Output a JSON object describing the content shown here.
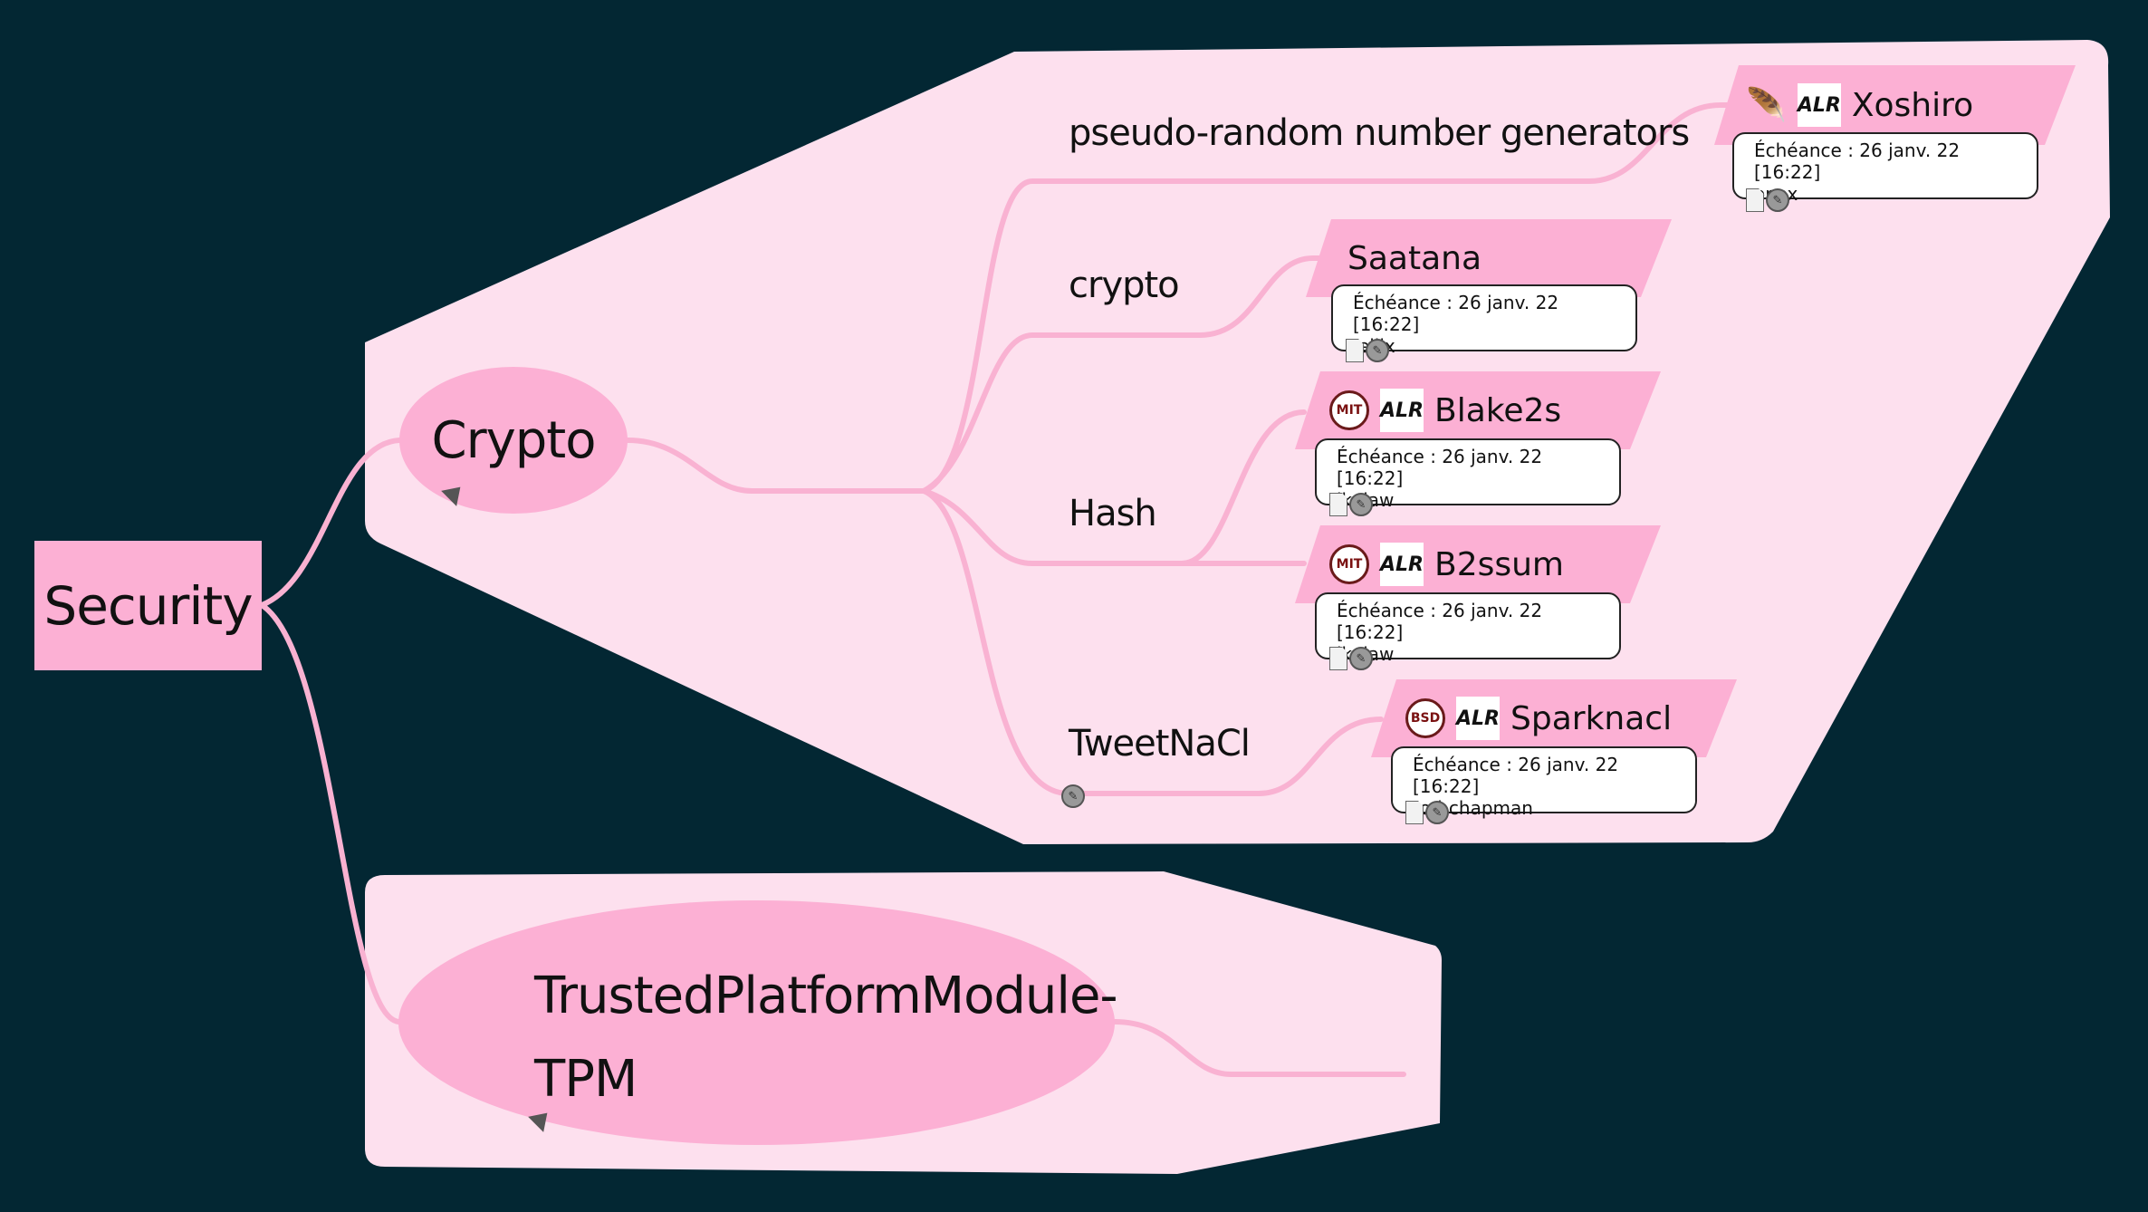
{
  "colors": {
    "background": "#032733",
    "node": "#fcb0d4",
    "group": "#fde0ee",
    "connector": "#f9b2d2"
  },
  "root": {
    "label": "Security"
  },
  "main_topics": {
    "crypto": {
      "label": "Crypto"
    },
    "tpm": {
      "label": "TrustedPlatformModule-TPM"
    }
  },
  "branches": {
    "prng": {
      "label": "pseudo-random number generators"
    },
    "crypto": {
      "label": "crypto"
    },
    "hash": {
      "label": "Hash"
    },
    "tweetnacl": {
      "label": "TweetNaCl"
    }
  },
  "leaves": {
    "xoshiro": {
      "name": "Xoshiro",
      "due": "Échéance : 26 janv. 22 [16:22]",
      "owner": "onox",
      "icons": [
        "feather-icon",
        "alr-logo"
      ]
    },
    "saatana": {
      "name": "Saatana",
      "due": "Échéance : 26 janv. 22 [16:22]",
      "owner": "Jellix",
      "icons": []
    },
    "blake2s": {
      "name": "Blake2s",
      "due": "Échéance : 26 janv. 22 [16:22]",
      "owner": "lkujaw",
      "icons": [
        "mit-logo",
        "alr-logo"
      ]
    },
    "b2ssum": {
      "name": "B2ssum",
      "due": "Échéance : 26 janv. 22 [16:22]",
      "owner": "lkujaw",
      "icons": [
        "mit-logo",
        "alr-logo"
      ]
    },
    "sparknacl": {
      "name": "Sparknacl",
      "due": "Échéance : 26 janv. 22 [16:22]",
      "owner": "rod-chapman",
      "icons": [
        "bsd-logo",
        "alr-logo"
      ]
    }
  },
  "logos": {
    "alr": "ALR",
    "mit": "MIT",
    "bsd": "BSD"
  }
}
